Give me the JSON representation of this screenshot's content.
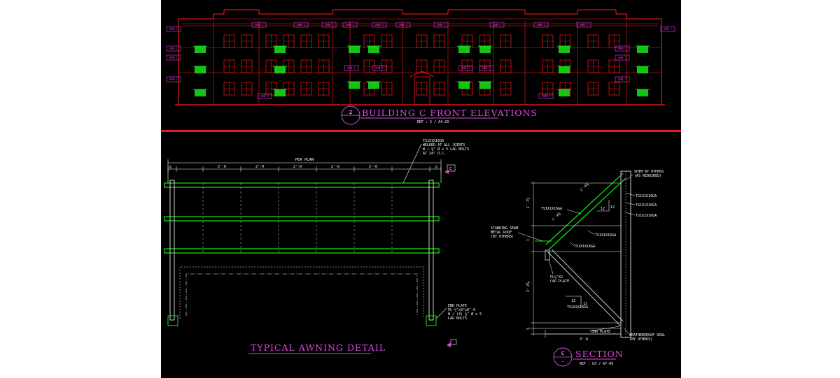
{
  "colors": {
    "background": "#000000",
    "page": "#ffffff",
    "building": "#ff1a1a",
    "awning": "#17e617",
    "tag": "#cc33cc",
    "title": "#e04ae0",
    "dim": "#ffffff",
    "note": "#19e6e6",
    "divider": "#e31b1b"
  },
  "elevation": {
    "title": "BUILDING  C  FRONT  ELEVATIONS",
    "ref": "REF : 2 / A4-20",
    "callout_number": "2",
    "tag_label": "AWN-1"
  },
  "awning_detail": {
    "title": "TYPICAL  AWNING  DETAIL",
    "overall_dim": "PER PLAN",
    "spacing_dims": [
      "2'-0",
      "2'-0",
      "2'-0",
      "2'-0",
      "2'-0"
    ],
    "end_dim_left": "6",
    "end_dim_right": "6",
    "note_tube": [
      "TS1X1X16GA",
      "WELDED AT ALL JOINTS",
      "W / ⅜\" Ø x 5 LAG BOLTS",
      "AT 24\" O.C."
    ],
    "note_end_plate": [
      "END PLATE",
      "PL-¼\"x6\"x6\"-6",
      "W / (4) ⅜\" Ø x 5",
      "LAG BOLTS"
    ],
    "section_marker": "C"
  },
  "section": {
    "title": "SECTION",
    "ref": "REF : 03 / A7-09",
    "callout_letter": "C",
    "callout_sub": "-",
    "labels": {
      "shim": [
        "SHIM BY OTHERS",
        "(AS REQUIRED)"
      ],
      "ts_right_1": "TS1X1X16GA",
      "ts_right_2": "TS1X1X16GA",
      "ts_right_3": "TS1X1X16GA",
      "ts_left": "TS1X1X16GA",
      "ts_mid": "TS1X1X16GA",
      "ts_mid2": "TS1X1X16GA",
      "roof": [
        "STANDING SEAM",
        "METAL ROOF",
        "(BY OTHERS)"
      ],
      "cap": [
        "PL¼\"X2",
        "CAP PLATE"
      ],
      "ts_brace": "TS2X2X16GA",
      "end_plate": "END PLATE",
      "seal": [
        "WEATHERPROOF SEAL",
        "(BY OTHERS)"
      ],
      "slope_run": "12",
      "slope_rise": "12",
      "dim_width": "3'-0",
      "dim_top": "1'-7¾",
      "dim_mid": "1",
      "dim_low": "2'-8⅞",
      "dim_bottom": "¾",
      "diag_dim_1": "1'-6⅝",
      "diag_dim_2": "1'-6⅝"
    }
  }
}
